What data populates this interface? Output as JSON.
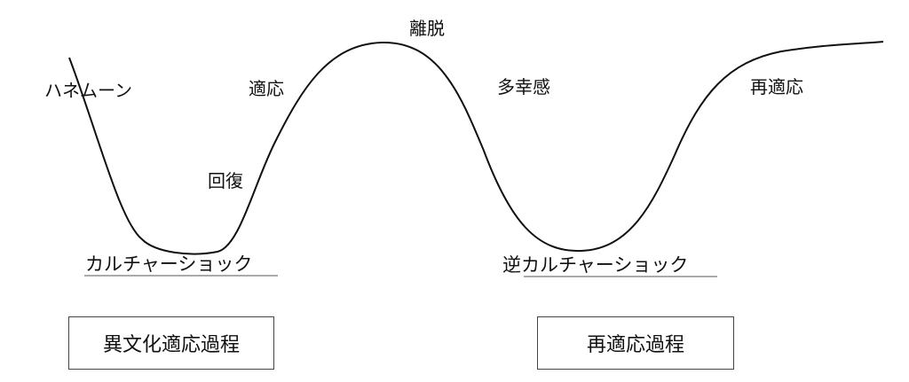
{
  "stages": {
    "honeymoon": "ハネムーン",
    "adaptation": "適応",
    "recovery": "回復",
    "withdrawal": "離脱",
    "euphoria": "多幸感",
    "readaptation": "再適応"
  },
  "shocks": {
    "culture_shock": "カルチャーショック",
    "reverse_culture_shock": "逆カルチャーショック"
  },
  "processes": {
    "intercultural": "異文化適応過程",
    "readaptation": "再適応過程"
  }
}
